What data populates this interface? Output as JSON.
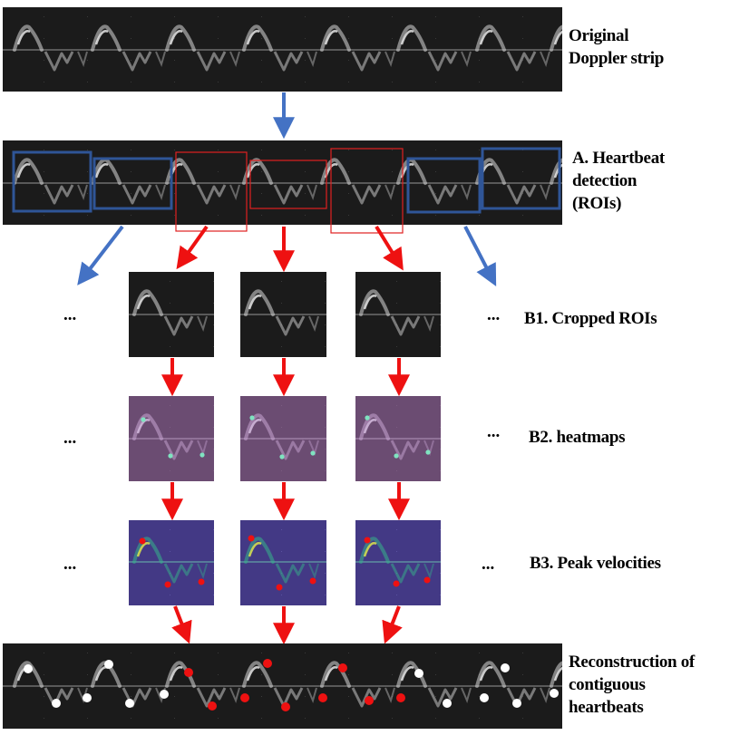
{
  "labels": {
    "original": [
      "Original",
      "Doppler strip"
    ],
    "stage_a": [
      "A. Heartbeat",
      "detection",
      "(ROIs)"
    ],
    "stage_b1": "B1. Cropped ROIs",
    "stage_b2": "B2. heatmaps",
    "stage_b3": "B3. Peak velocities",
    "reconstruction": [
      "Reconstruction of",
      "contiguous",
      "heartbeats"
    ],
    "ellipsis": "..."
  },
  "colors": {
    "strip_bg": "#1b1b1b",
    "baseline": "#6e6e6e",
    "signal": "#d8d8d8",
    "roi_blue": "#2f5597",
    "roi_red": "#e02020",
    "arrow_blue": "#4472c4",
    "arrow_red": "#ee1111",
    "heatmap_bg": "#6b4c72",
    "heatmap_signal": "#c9a6d4",
    "heatmap_peak": "#7fe3c0",
    "peak_bg": "#433985",
    "peak_signal_hi": "#e6f04a",
    "peak_signal_mid": "#35b48a",
    "dot_white": "#ffffff",
    "dot_red": "#ee1111"
  },
  "rois": [
    {
      "kind": "skipped"
    },
    {
      "kind": "skipped"
    },
    {
      "kind": "processed"
    },
    {
      "kind": "processed"
    },
    {
      "kind": "processed"
    },
    {
      "kind": "skipped"
    },
    {
      "kind": "skipped"
    }
  ],
  "processed_crops": 3,
  "reconstruction_dots": {
    "white_count": 12,
    "red_count": 9
  }
}
